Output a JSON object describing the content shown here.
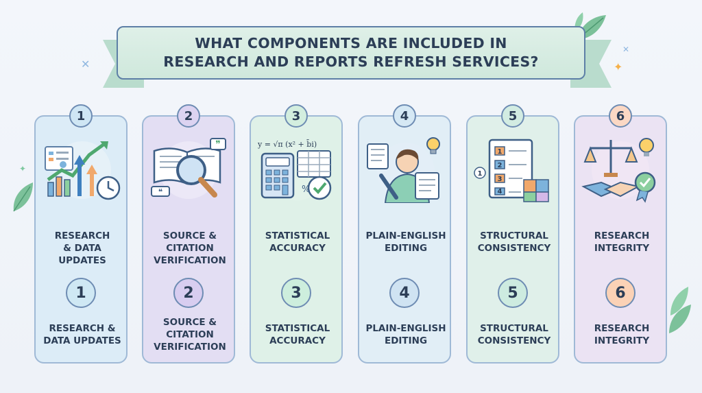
{
  "title": {
    "line1": "WHAT COMPONENTS ARE INCLUDED IN",
    "line2": "RESEARCH AND REPORTS REFRESH SERVICES?"
  },
  "colors": {
    "card1": "#dcecf7",
    "card2": "#e3def3",
    "card3": "#dff1e8",
    "card4": "#e1eef6",
    "card5": "#e0f0ea",
    "card6": "#ebe3f3",
    "border": "#9fb9d6",
    "text": "#2c3e57"
  },
  "cards": [
    {
      "number": "1",
      "top_lines": [
        "RESEARCH",
        "& DATA",
        "UPDATES"
      ],
      "bottom_lines": [
        "RESEARCH &",
        "DATA UPDATES"
      ],
      "icon": "chart-growth-icon"
    },
    {
      "number": "2",
      "top_lines": [
        "SOURCE &",
        "CITATION",
        "VERIFICATION"
      ],
      "bottom_lines": [
        "SOURCE &",
        "CITATION",
        "VERIFICATION"
      ],
      "icon": "magnifier-book-icon"
    },
    {
      "number": "3",
      "top_lines": [
        "STATISTICAL",
        "ACCURACY"
      ],
      "bottom_lines": [
        "STATISTICAL",
        "ACCURACY"
      ],
      "icon": "calculator-icon",
      "formula": "y = √π (x² + b̄i)"
    },
    {
      "number": "4",
      "top_lines": [
        "PLAIN-ENGLISH",
        "EDITING"
      ],
      "bottom_lines": [
        "PLAIN-ENGLISH",
        "EDITING"
      ],
      "icon": "writer-icon"
    },
    {
      "number": "5",
      "top_lines": [
        "STRUCTURAL",
        "CONSISTENCY"
      ],
      "bottom_lines": [
        "STRUCTURAL",
        "CONSISTENCY"
      ],
      "icon": "document-puzzle-icon",
      "list_numbers": [
        "1",
        "2",
        "3",
        "4"
      ],
      "side_number": "1"
    },
    {
      "number": "6",
      "top_lines": [
        "RESEARCH",
        "INTEGRITY"
      ],
      "bottom_lines": [
        "RESEARCH",
        "INTEGRITY"
      ],
      "icon": "scales-handshake-icon"
    }
  ]
}
